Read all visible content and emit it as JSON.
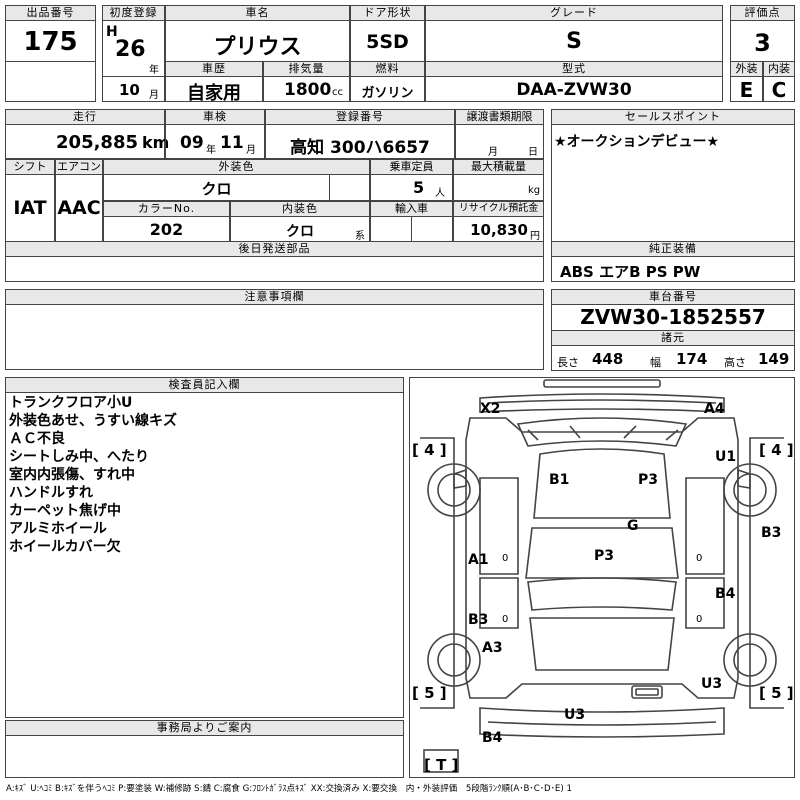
{
  "sheet": {
    "lot_no": {
      "label": "出品番号",
      "value": "175"
    },
    "first_reg": {
      "label": "初度登録",
      "era": "H",
      "year": "26",
      "year_unit": "年",
      "month": "10",
      "month_unit": "月"
    },
    "car_name": {
      "label": "車名",
      "value": "プリウス"
    },
    "door": {
      "label": "ドア形状",
      "value": "5SD"
    },
    "grade": {
      "label": "グレード",
      "value": "S"
    },
    "score": {
      "label": "評価点",
      "value": "3"
    },
    "history": {
      "label": "車歴",
      "value": "自家用"
    },
    "displacement": {
      "label": "排気量",
      "value": "1800",
      "unit": "cc"
    },
    "fuel": {
      "label": "燃料",
      "value": "ガソリン"
    },
    "model": {
      "label": "型式",
      "value": "DAA-ZVW30"
    },
    "exterior_grade": {
      "label": "外装",
      "value": "E"
    },
    "interior_grade": {
      "label": "内装",
      "value": "C"
    },
    "mileage": {
      "label": "走行",
      "value": "205,885",
      "unit": "km"
    },
    "inspection": {
      "label": "車検",
      "year": "09",
      "year_unit": "年",
      "month": "11",
      "month_unit": "月"
    },
    "plate": {
      "label": "登録番号",
      "value": "高知 300ハ6657"
    },
    "transfer_deadline": {
      "label": "譲渡書類期限",
      "month_unit": "月",
      "day_unit": "日"
    },
    "shift": {
      "label": "シフト",
      "value": "IAT"
    },
    "aircon": {
      "label": "エアコン",
      "value": "AAC"
    },
    "ext_color": {
      "label": "外装色",
      "value": "クロ"
    },
    "capacity": {
      "label": "乗車定員",
      "value": "5",
      "unit": "人"
    },
    "max_load": {
      "label": "最大積載量",
      "unit": "kg"
    },
    "color_no": {
      "label": "カラーNo.",
      "value": "202"
    },
    "int_color": {
      "label": "内装色",
      "value": "クロ",
      "unit": "系"
    },
    "import": {
      "label": "輸入車"
    },
    "recycle": {
      "label": "リサイクル預託金",
      "value": "10,830",
      "unit": "円"
    },
    "later_parts": {
      "label": "後日発送部品"
    },
    "sales_point": {
      "label": "セールスポイント",
      "value": "★オークションデビュー★"
    },
    "equipment": {
      "label": "純正装備",
      "value": "ABS エアB PS PW"
    },
    "notes": {
      "label": "注意事項欄"
    },
    "chassis": {
      "label": "車台番号",
      "value": "ZVW30-1852557"
    },
    "specs": {
      "label": "諸元",
      "length_label": "長さ",
      "length": "448",
      "width_label": "幅",
      "width": "174",
      "height_label": "高さ",
      "height": "149"
    },
    "inspector": {
      "label": "検査員記入欄",
      "lines": [
        "トランクフロア小U",
        "外装色あせ、うすい線キズ",
        "ＡＣ不良",
        "シートしみ中、へたり",
        "室内内張傷、すれ中",
        "ハンドルすれ",
        "カーペット焦げ中",
        "アルミホイール",
        "ホイールカバー欠"
      ]
    },
    "office": {
      "label": "事務局よりご案内"
    }
  },
  "diagram": {
    "labels": {
      "x2": "X2",
      "a4": "A4",
      "u1": "U1",
      "b1": "B1",
      "p3_top": "P3",
      "g": "G",
      "b3_right": "B3",
      "a1": "A1",
      "p3_mid": "P3",
      "b4_right": "B4",
      "b3_left": "B3",
      "a3": "A3",
      "u3_right": "U3",
      "u3_bottom": "U3",
      "b4_bottom": "B4"
    },
    "wheel_marks": {
      "fl": "[ 4 ]",
      "fr": "[ 4 ]",
      "rl": "[ 5 ]",
      "rr": "[ 5 ]",
      "spare": "[ T ]"
    },
    "small_marks": {
      "a": "0",
      "b": "0",
      "c": "0",
      "d": "0"
    }
  },
  "legend": "A:ｷｽﾞ U:ﾍｺﾐ B:ｷｽﾞを伴うﾍｺﾐ P:要塗装 W:補修跡 S:錆 C:腐食 G:ﾌﾛﾝﾄｶﾞﾗｽ点ｷｽﾞ XX:交換済み X:要交換　内・外装評価　5段階ﾗﾝｸ順(A･B･C･D･E) 1"
}
